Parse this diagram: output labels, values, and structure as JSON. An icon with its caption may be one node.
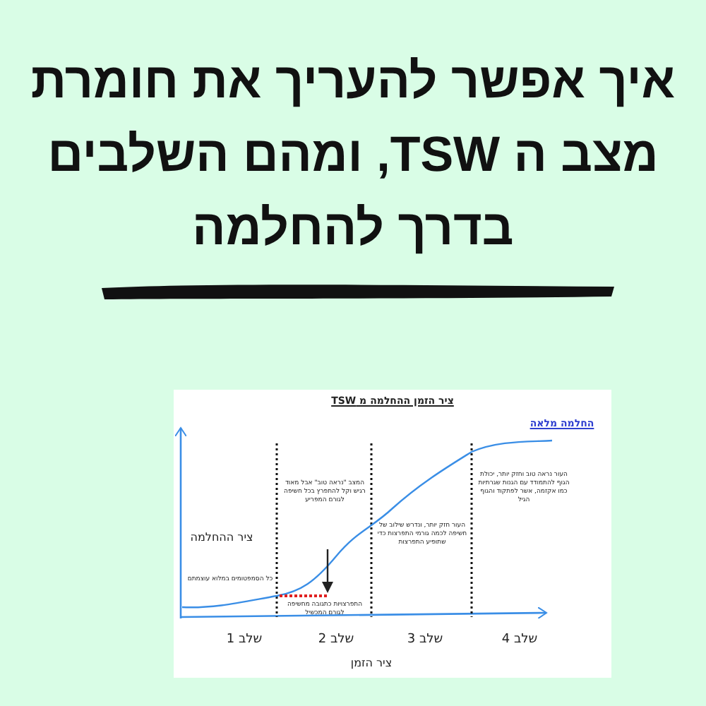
{
  "diagram": {
    "title": "איך אפשר להעריך את חומרת מצב ה TSW, ומהם השלבים בדרך להחלמה",
    "labels": [
      "ציר הזמן ההחלמה מ TSW",
      "החלמה מלאה",
      "המצב \"נראה טוב\" אבל מאוד רגיש וקל להתפרץ בכל חשיפה לגורם המפריע",
      "העור נראה טוב וחזק יותר, יכולת הגוף להתמודד עם הגנות שגרתיות כמו אקזמה, אשר לפתקוד והגוף הגיל",
      "העור חזק יותר, ונדרש שילוב של חשיפה לכמה גורמי התפרצות כדי שתופיע התפרצות",
      "ציר ההחלמה",
      "כל הסמפטומים במלוא עוצמתם",
      "התפרצויות כתגובה מחשיפה לגורם המכשיל",
      "שלב 1",
      "שלב 2",
      "שלב 3",
      "שלב 4",
      "ציר הזמן"
    ]
  }
}
